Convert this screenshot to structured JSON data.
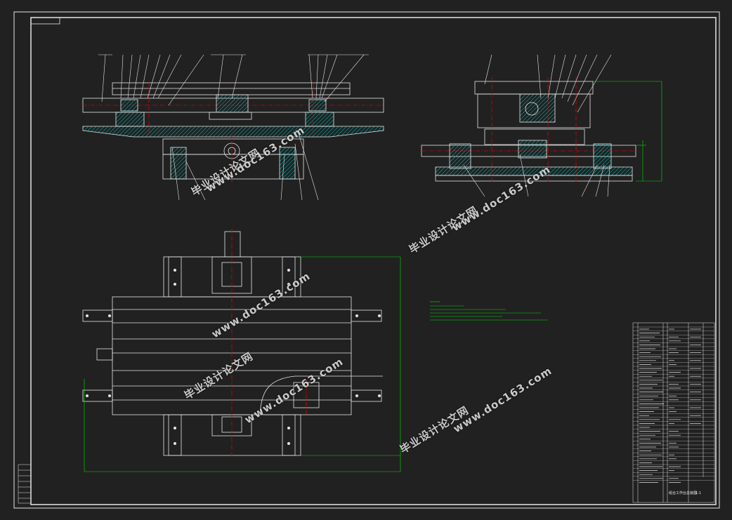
{
  "title_block": {
    "drawing_title": "组合工作台总装图",
    "scale": "1:1"
  },
  "watermarks": {
    "brand": "毕业设计论文网",
    "url": "www.doc163.com"
  },
  "colors": {
    "background": "#212121",
    "line": "#e6e6e6",
    "hatch": "#00c8c8",
    "dimension": "#00e000",
    "center": "#e00000",
    "accent": "#e0d000"
  }
}
